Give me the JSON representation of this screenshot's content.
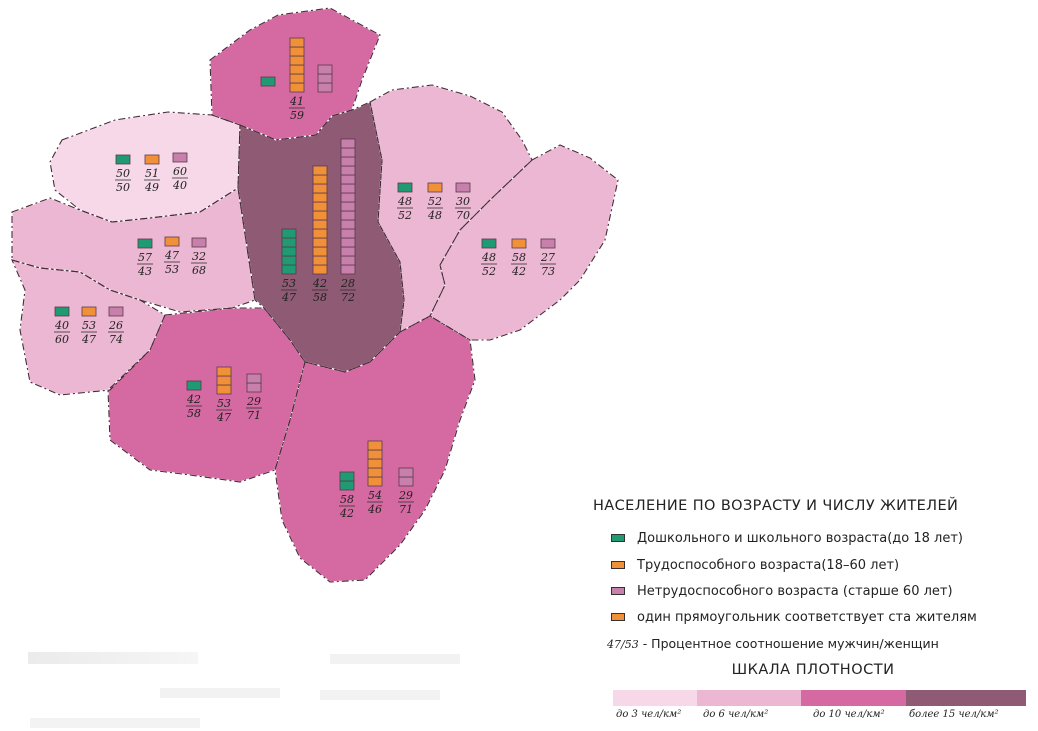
{
  "legend": {
    "title": "НАСЕЛЕНИЕ ПО ВОЗРАСТУ И ЧИСЛУ ЖИТЕЛЕЙ",
    "items": [
      {
        "label": "Дошкольного и школьного возраста(до 18 лет)",
        "color": "#1f9a72"
      },
      {
        "label": "Трудоспособного возраста(18–60 лет)",
        "color": "#f0913a"
      },
      {
        "label": "Нетрудоспособного возраста (старше 60 лет)",
        "color": "#c77fac"
      },
      {
        "label": "один прямоугольник соответствует ста жителям",
        "color": "#f0913a"
      }
    ],
    "ratio_example": "47/53",
    "ratio_note": "- Процентное соотношение мужчин/женщин"
  },
  "density_scale": {
    "title": "ШКАЛА ПЛОТНОСТИ",
    "classes": [
      {
        "label": "до 3 чел/км²",
        "color": "#f6d8e8"
      },
      {
        "label": "до 6 чел/км²",
        "color": "#ecb7d2"
      },
      {
        "label": "до 10 чел/км²",
        "color": "#d56aa2"
      },
      {
        "label": "более 15 чел/км²",
        "color": "#8f5a74"
      }
    ]
  },
  "regions": [
    {
      "name": "north",
      "density": 2,
      "groups": [
        {
          "type": "child",
          "units": 1,
          "men": "",
          "women": ""
        },
        {
          "type": "work",
          "units": 6,
          "men": "41",
          "women": "59"
        },
        {
          "type": "old",
          "units": 3,
          "men": "",
          "women": ""
        }
      ]
    },
    {
      "name": "northwest",
      "density": 0,
      "groups": [
        {
          "type": "child",
          "units": 1,
          "men": "50",
          "women": "50"
        },
        {
          "type": "work",
          "units": 1,
          "men": "51",
          "women": "49"
        },
        {
          "type": "old",
          "units": 1,
          "men": "60",
          "women": "40"
        }
      ]
    },
    {
      "name": "center",
      "density": 3,
      "groups": [
        {
          "type": "child",
          "units": 5,
          "men": "53",
          "women": "47"
        },
        {
          "type": "work",
          "units": 12,
          "men": "42",
          "women": "58"
        },
        {
          "type": "old",
          "units": 15,
          "men": "28",
          "women": "72"
        }
      ]
    },
    {
      "name": "northeast",
      "density": 1,
      "groups": [
        {
          "type": "child",
          "units": 1,
          "men": "48",
          "women": "52"
        },
        {
          "type": "work",
          "units": 1,
          "men": "52",
          "women": "48"
        },
        {
          "type": "old",
          "units": 1,
          "men": "30",
          "women": "70"
        }
      ]
    },
    {
      "name": "west",
      "density": 1,
      "groups": [
        {
          "type": "child",
          "units": 1,
          "men": "57",
          "women": "43"
        },
        {
          "type": "work",
          "units": 1,
          "men": "47",
          "women": "53"
        },
        {
          "type": "old",
          "units": 1,
          "men": "32",
          "women": "68"
        }
      ]
    },
    {
      "name": "east",
      "density": 1,
      "groups": [
        {
          "type": "child",
          "units": 1,
          "men": "48",
          "women": "52"
        },
        {
          "type": "work",
          "units": 1,
          "men": "58",
          "women": "42"
        },
        {
          "type": "old",
          "units": 1,
          "men": "27",
          "women": "73"
        }
      ]
    },
    {
      "name": "southwest",
      "density": 1,
      "groups": [
        {
          "type": "child",
          "units": 1,
          "men": "40",
          "women": "60"
        },
        {
          "type": "work",
          "units": 1,
          "men": "53",
          "women": "47"
        },
        {
          "type": "old",
          "units": 1,
          "men": "26",
          "women": "74"
        }
      ]
    },
    {
      "name": "south-central",
      "density": 2,
      "groups": [
        {
          "type": "child",
          "units": 1,
          "men": "42",
          "women": "58"
        },
        {
          "type": "work",
          "units": 3,
          "men": "53",
          "women": "47"
        },
        {
          "type": "old",
          "units": 2,
          "men": "29",
          "women": "71"
        }
      ]
    },
    {
      "name": "south",
      "density": 2,
      "groups": [
        {
          "type": "child",
          "units": 2,
          "men": "58",
          "women": "42"
        },
        {
          "type": "work",
          "units": 5,
          "men": "54",
          "women": "46"
        },
        {
          "type": "old",
          "units": 2,
          "men": "29",
          "women": "71"
        }
      ]
    }
  ]
}
